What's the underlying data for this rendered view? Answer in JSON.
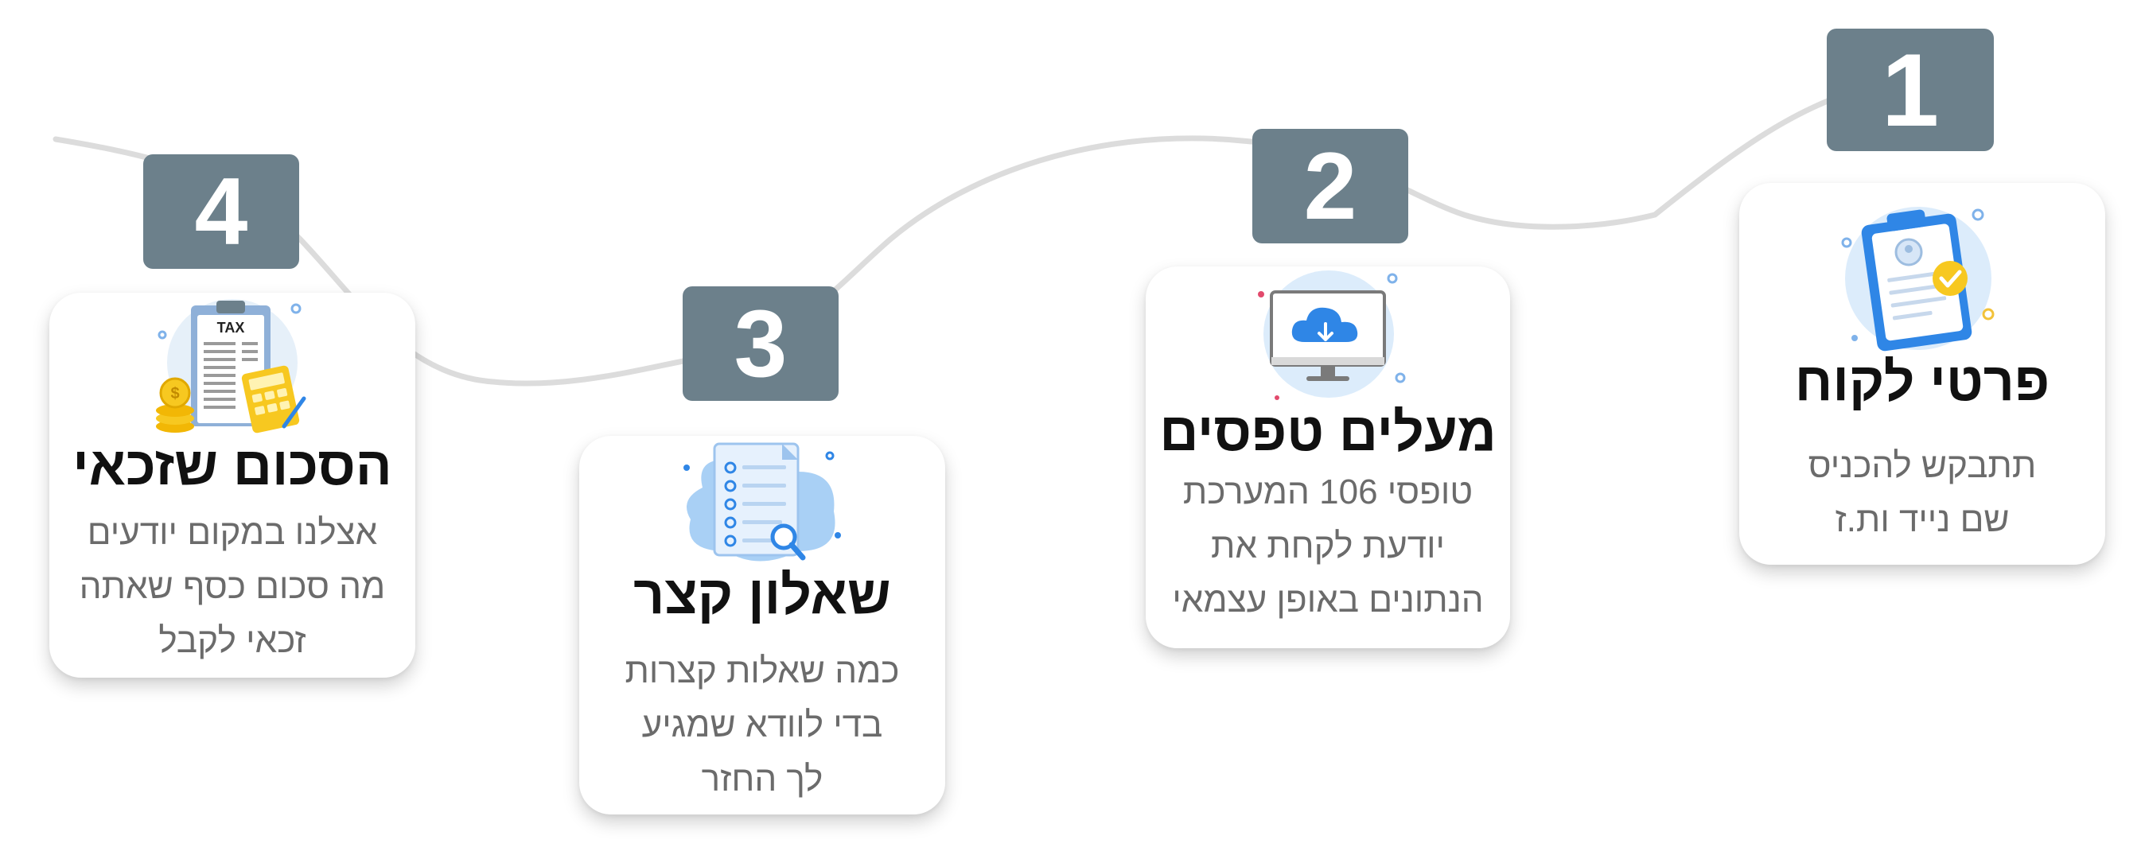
{
  "steps": [
    {
      "number": "1",
      "title": "פרטי לקוח",
      "lines": [
        "תתבקש להכניס",
        "שם נייד ות.ז"
      ],
      "icon": "clipboard-profile-icon"
    },
    {
      "number": "2",
      "title": "מעלים טפסים",
      "lines": [
        "טופסי 106 המערכת",
        "יודעת לקחת את",
        "הנתונים באופן עצמאי"
      ],
      "icon": "cloud-upload-monitor-icon"
    },
    {
      "number": "3",
      "title": "שאלון קצר",
      "lines": [
        "כמה שאלות קצרות",
        "בדי לוודא שמגיע",
        "לך החזר"
      ],
      "icon": "checklist-search-icon"
    },
    {
      "number": "4",
      "title": "הסכום שזכאי",
      "lines": [
        "אצלנו במקום יודעים",
        "מה סכום כסף שאתה",
        "זכאי לקבל"
      ],
      "icon": "tax-calculator-coins-icon",
      "icon_label": "TAX"
    }
  ],
  "colors": {
    "badge": "#6c808b",
    "connector": "#dcdcdc",
    "accent_blue": "#2f86e6",
    "accent_yellow": "#f7c820"
  }
}
